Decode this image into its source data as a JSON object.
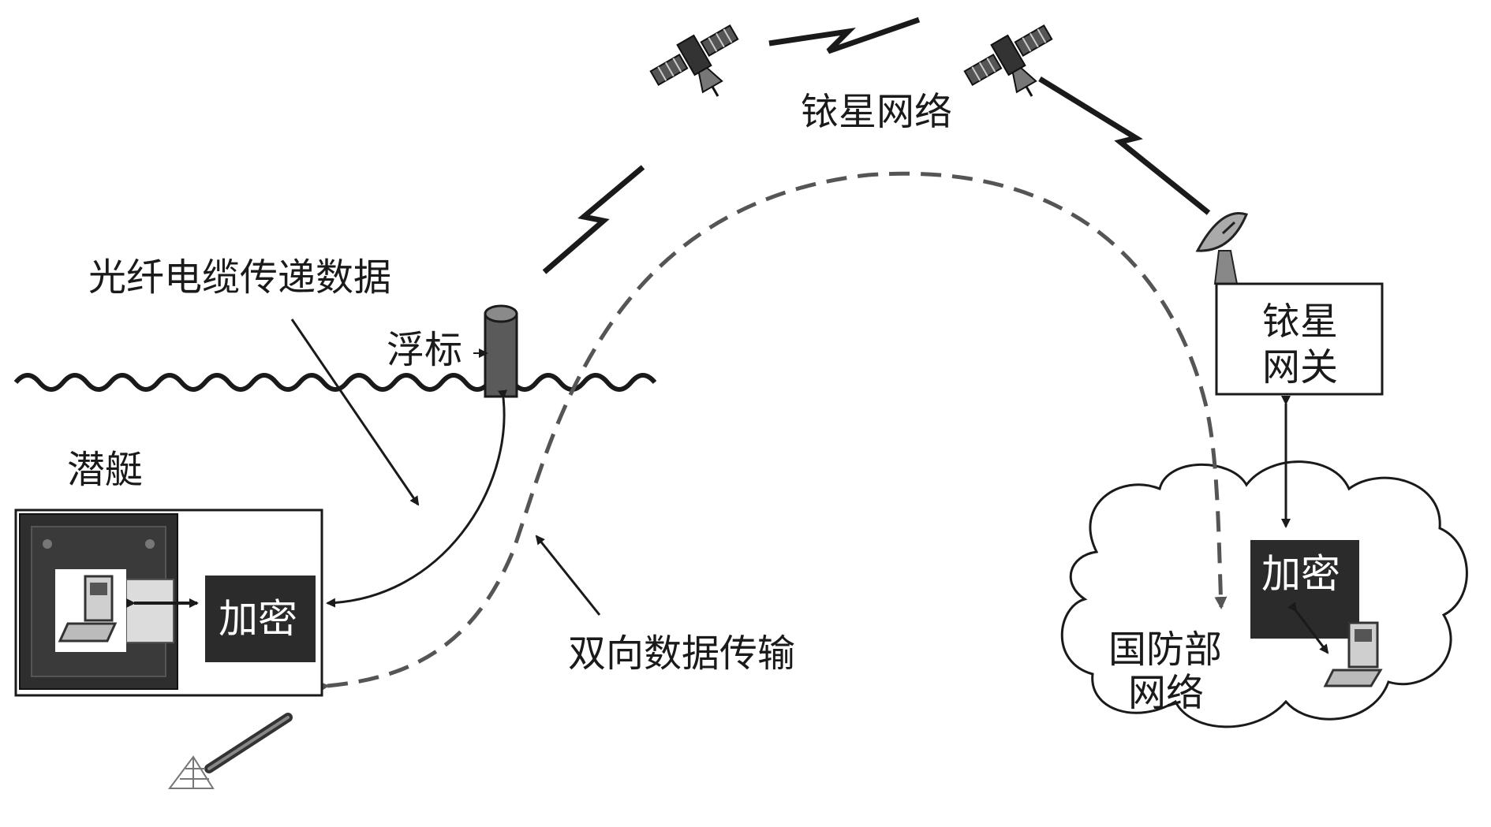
{
  "labels": {
    "iridium_network": "铱星网络",
    "fiber_cable_data": "光纤电缆传递数据",
    "buoy": "浮标",
    "submarine": "潜艇",
    "bidirectional_transmission": "双向数据传输",
    "iridium_gateway_line1": "铱星",
    "iridium_gateway_line2": "网关",
    "dod_network_line1": "国防部",
    "dod_network_line2": "网络"
  },
  "encryption_boxes": {
    "submarine_side": "加密",
    "dod_side": "加密"
  },
  "colors": {
    "ink": "#1a1a1a",
    "dashed_path": "#555555",
    "encrypt_box": "#2b2b2b",
    "buoy": "#5a5a5a"
  },
  "icons": [
    "satellite-icon",
    "dish-antenna-icon",
    "computer-icon",
    "antenna-mast-icon",
    "cloud-icon"
  ]
}
